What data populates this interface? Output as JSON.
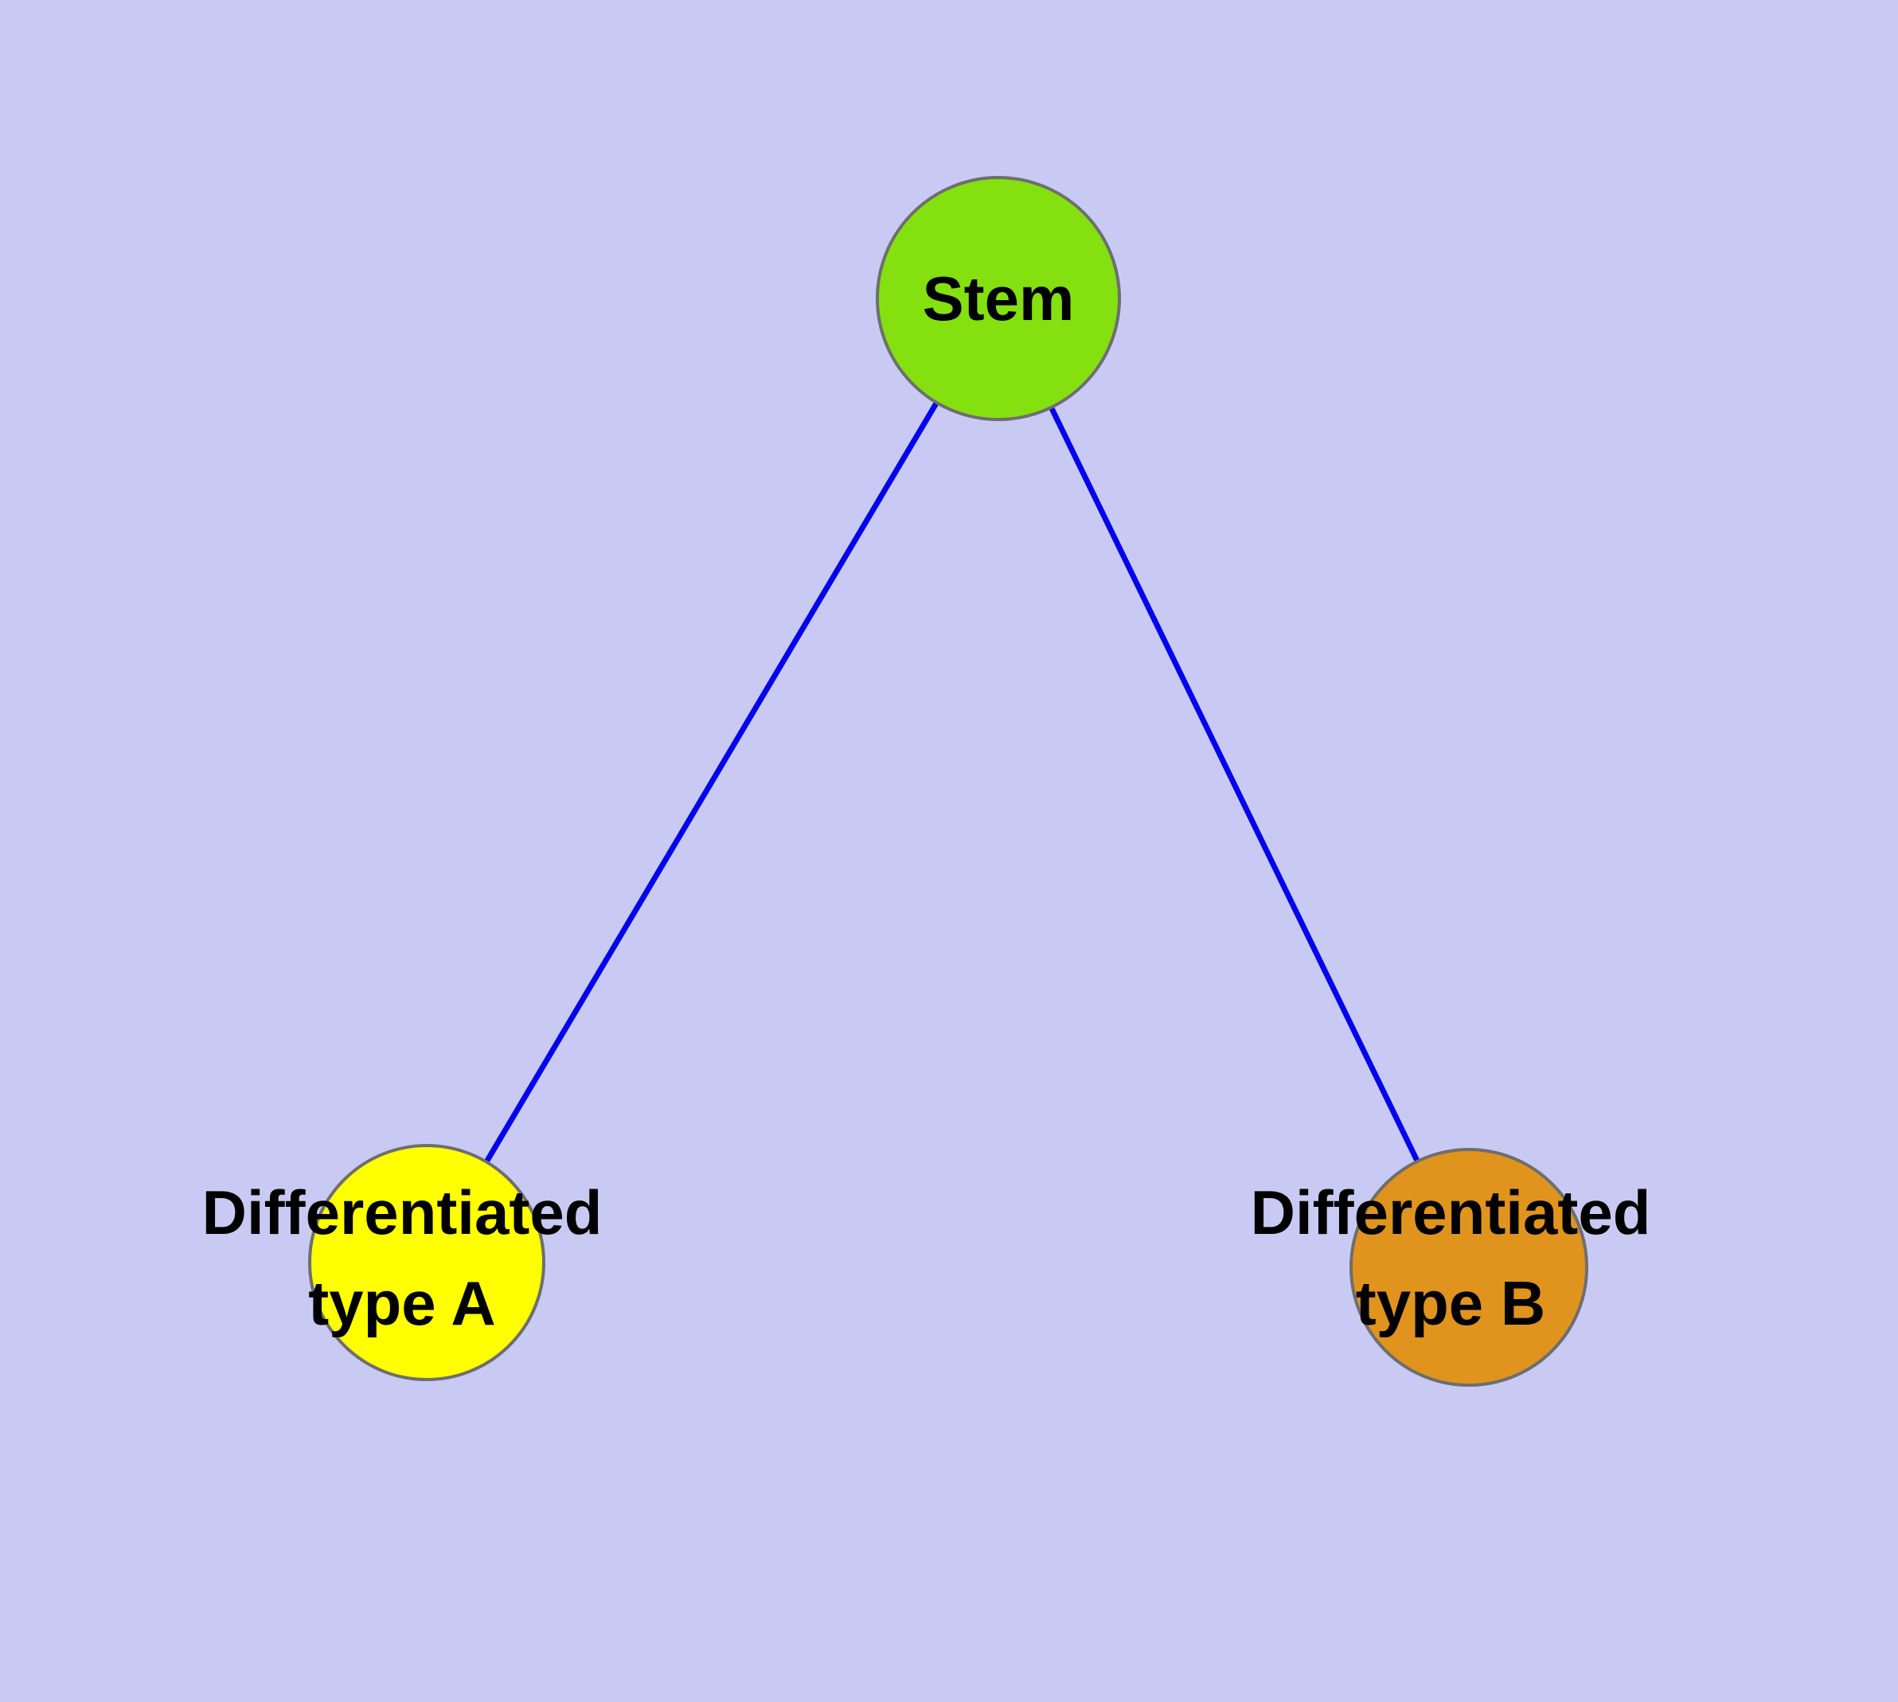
{
  "diagram": {
    "description": "Stem cell differentiation tree diagram",
    "background_color": "#c9caf3",
    "edge_color": "#0202ee",
    "node_stroke_color": "#6e6e6e",
    "nodes": {
      "stem": {
        "label": "Stem",
        "color": "#85e00f"
      },
      "type_a": {
        "label_line1": "Differentiated",
        "label_line2": "type A",
        "color": "#ffff00"
      },
      "type_b": {
        "label_line1": "Differentiated",
        "label_line2": "type B",
        "color": "#e0941e"
      }
    },
    "edges": [
      {
        "from": "Stem",
        "to": "Differentiated type A"
      },
      {
        "from": "Stem",
        "to": "Differentiated type B"
      }
    ]
  }
}
